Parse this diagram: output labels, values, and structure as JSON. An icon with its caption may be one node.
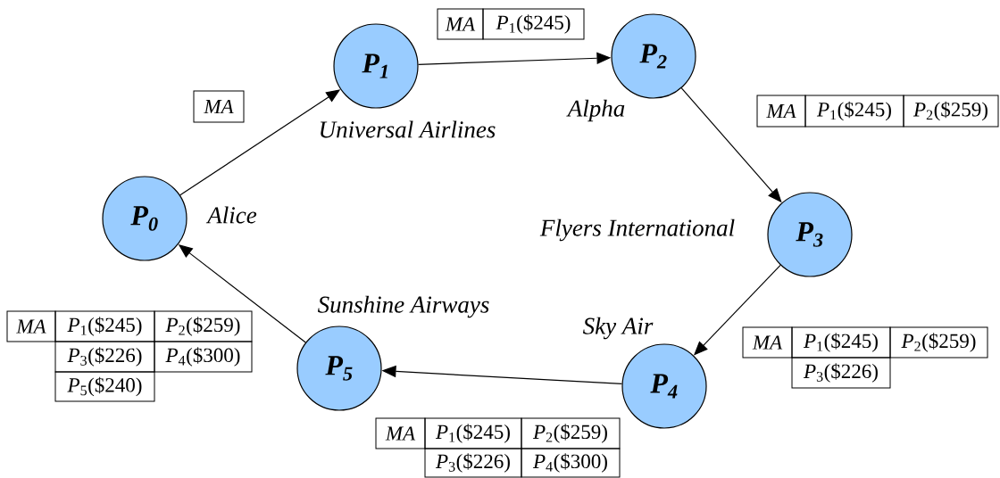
{
  "diagram": {
    "nodes": [
      {
        "text": [
          "*P*$_{0}$"
        ],
        "beside": [
          "Alice"
        ]
      },
      {
        "text": [
          "*P*$_{1}$"
        ],
        "beside": [
          "Universal Airlines"
        ]
      },
      {
        "text": [
          "*P*$_{2}$"
        ],
        "beside": [
          "Alpha"
        ]
      },
      {
        "text": [
          "*P*$_{3}$"
        ],
        "beside": [
          "Flyers International"
        ]
      },
      {
        "text": [
          "*P*$_{4}$"
        ],
        "beside": [
          "Sky Air"
        ]
      },
      {
        "text": [
          "*P*$_{5}$"
        ],
        "beside": [
          "Sunshine Airways"
        ]
      }
    ],
    "edges": [
      {
        "from": 0,
        "to": 1,
        "arrow": "to"
      },
      {
        "from": 1,
        "to": 2,
        "arrow": "to"
      },
      {
        "from": 2,
        "to": 3,
        "arrow": "to"
      },
      {
        "from": 3,
        "to": 4,
        "arrow": "to"
      },
      {
        "from": 4,
        "to": 5,
        "arrow": "to"
      },
      {
        "from": 5,
        "to": 0,
        "arrow": "to"
      }
    ],
    "labels": [
      "MA",
      "*P*$_{1}$($245)",
      "MA",
      "MA",
      "*P*$_{1}$($245)",
      "*P*$_{2}$($259)",
      "MA",
      "*P*$_{1}$($245)",
      "*P*$_{2}$($259)",
      "*P*$_{3}$($226)",
      "*P*$_{4}$($300)",
      "*P*$_{5}$($240)",
      "MA",
      "*P*$_{1}$($245)",
      "*P*$_{2}$($259)",
      "*P*$_{3}$($226)",
      "MA",
      "*P*$_{1}$($245)",
      "*P*$_{2}$($259)",
      "*P*$_{3}$($226)",
      "*P*$_{4}$($300)"
    ]
  }
}
